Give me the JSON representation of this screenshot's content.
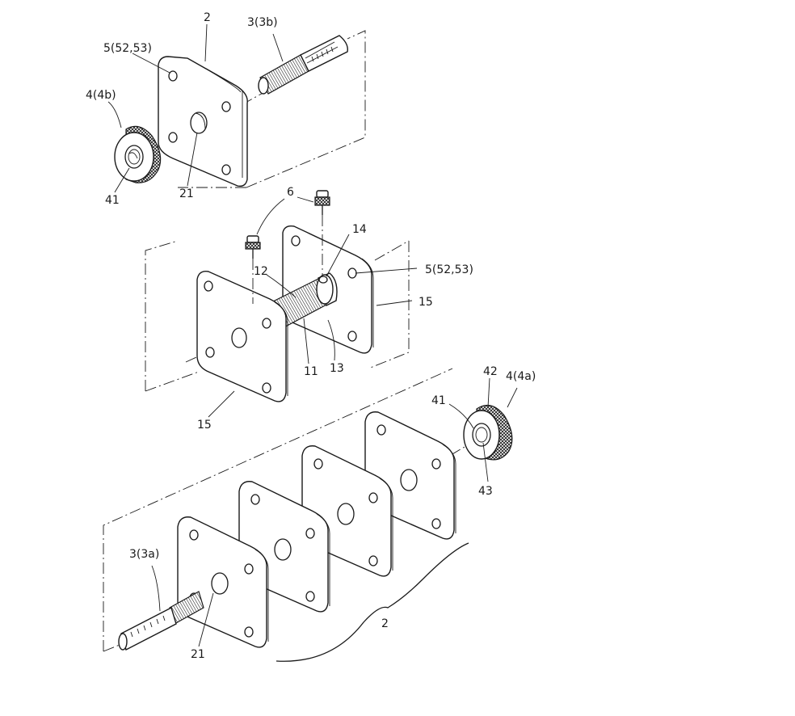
{
  "labels": {
    "plate_top": "2",
    "bolt_top": "3(3b)",
    "hole_top": "5(52,53)",
    "nut_top": "4(4b)",
    "nut_top_bore": "41",
    "plate_top_center": "21",
    "pin": "6",
    "part_14": "14",
    "part_12": "12",
    "hole_mid": "5(52,53)",
    "flange_right": "15",
    "part_11": "11",
    "part_13": "13",
    "flange_left": "15",
    "part_42": "42",
    "nut_right": "4(4a)",
    "nut_right_bore": "41",
    "nut_right_inner": "43",
    "bolt_bottom": "3(3a)",
    "plate_bottom_center": "21",
    "plates_group": "2"
  }
}
